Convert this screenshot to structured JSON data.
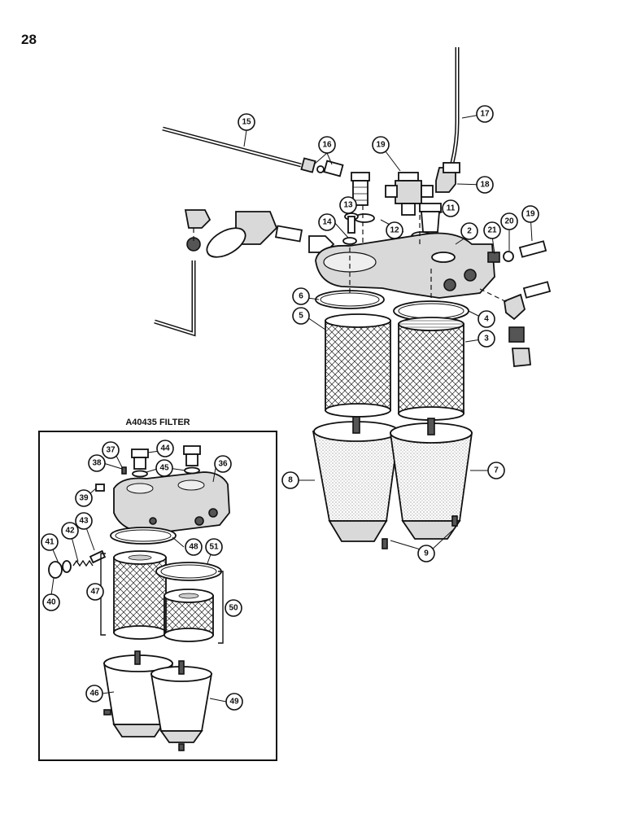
{
  "page_number": "28",
  "inset_title": "A40435 FILTER",
  "callouts": {
    "c2": "2",
    "c3": "3",
    "c4": "4",
    "c5": "5",
    "c6": "6",
    "c7": "7",
    "c8": "8",
    "c9": "9",
    "c11": "11",
    "c12": "12",
    "c13": "13",
    "c14": "14",
    "c15": "15",
    "c16": "16",
    "c17": "17",
    "c18": "18",
    "c19a": "19",
    "c19b": "19",
    "c20": "20",
    "c21": "21",
    "c36": "36",
    "c37": "37",
    "c38": "38",
    "c39": "39",
    "c40": "40",
    "c41": "41",
    "c42": "42",
    "c43": "43",
    "c44": "44",
    "c45": "45",
    "c46": "46",
    "c47": "47",
    "c48": "48",
    "c49": "49",
    "c50": "50",
    "c51": "51"
  }
}
